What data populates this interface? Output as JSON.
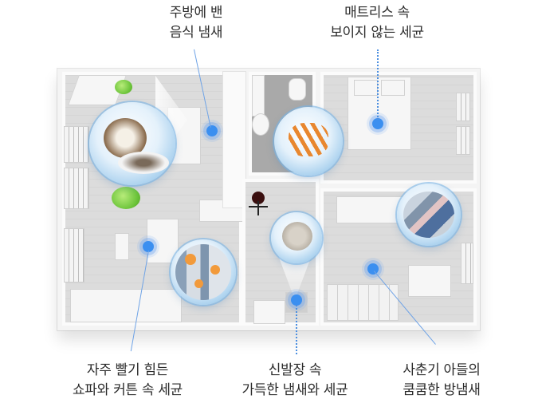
{
  "labels": {
    "kitchen": {
      "line1": "주방에 밴",
      "line2": "음식 냄새"
    },
    "mattress": {
      "line1": "매트리스 속",
      "line2": "보이지 않는 세균"
    },
    "sofa": {
      "line1": "자주 빨기 힘든",
      "line2": "쇼파와 커튼 속 세균"
    },
    "shoes": {
      "line1": "신발장 속",
      "line2": "가득한 냄새와 세균"
    },
    "teen_room": {
      "line1": "사춘기 아들의",
      "line2": "쿰쿰한 방냄새"
    }
  },
  "colors": {
    "marker": "#3b8ff0",
    "leader": "#6fa3e6",
    "bubble_edge": "#5aa4dd",
    "plant": "#6cc43a",
    "germ": "#e8872f"
  },
  "hotspots": [
    {
      "id": "kitchen",
      "bubble": "food-bubble"
    },
    {
      "id": "mattress",
      "bubble": "bacteria-bubble"
    },
    {
      "id": "sofa",
      "bubble": "curtain-bubble"
    },
    {
      "id": "shoes",
      "bubble": "shoe-bubble"
    },
    {
      "id": "teen_room",
      "bubble": "clutter-bubble"
    }
  ]
}
